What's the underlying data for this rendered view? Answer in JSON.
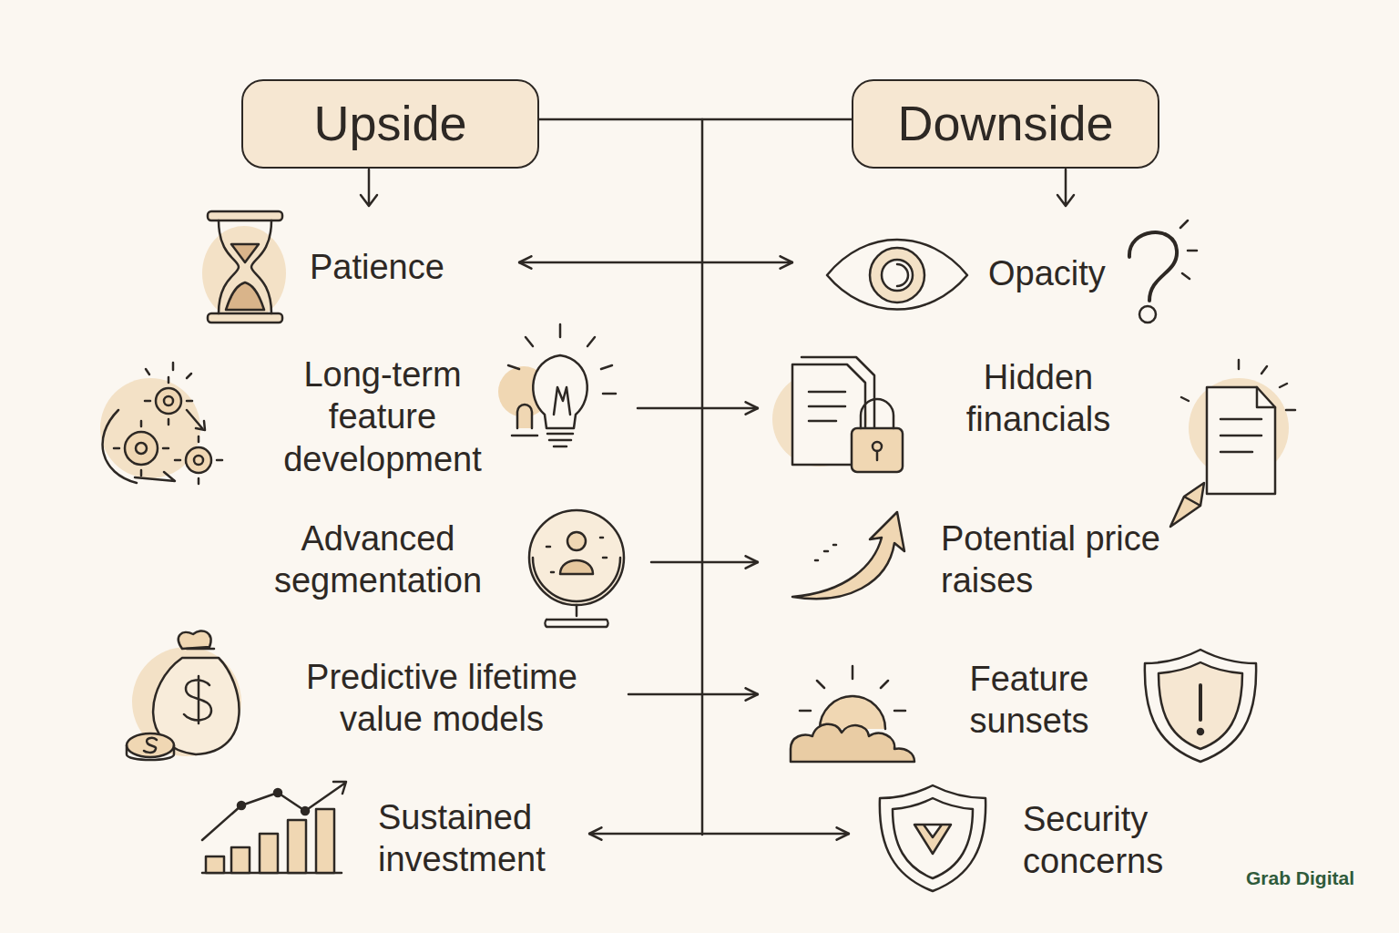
{
  "diagram": {
    "nodes": [
      {
        "text": [
          "Upside"
        ]
      },
      {
        "text": [
          "Downside"
        ]
      },
      {
        "text": [
          "Patience"
        ]
      },
      {
        "text": [
          "Opacity"
        ]
      },
      {
        "text": [
          "Long-term feature development"
        ]
      },
      {
        "text": [
          "Hidden financials"
        ]
      },
      {
        "text": [
          "Advanced segmentation"
        ]
      },
      {
        "text": [
          "Potential price raises"
        ]
      },
      {
        "text": [
          "Predictive lifetime value models"
        ]
      },
      {
        "text": [
          "Feature sunsets"
        ]
      },
      {
        "text": [
          "Sustained investment"
        ]
      },
      {
        "text": [
          "Security concerns"
        ]
      }
    ],
    "edges": [
      {
        "from": 0,
        "to": 1,
        "arrow": "none"
      },
      {
        "from": 2,
        "to": 3,
        "arrow": "both"
      },
      {
        "from": 4,
        "to": 5,
        "arrow": "to"
      },
      {
        "from": 6,
        "to": 7,
        "arrow": "to"
      },
      {
        "from": 8,
        "to": 9,
        "arrow": "to"
      },
      {
        "from": 10,
        "to": 11,
        "arrow": "both"
      }
    ],
    "labels": [
      "Grab Digital"
    ]
  }
}
